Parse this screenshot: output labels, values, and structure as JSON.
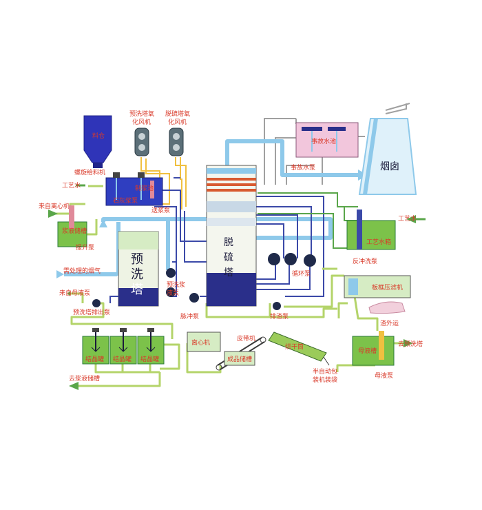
{
  "labels": {
    "silo_text": "料仓",
    "screw_feeder": "螺旋给料机",
    "process_water_left": "工艺水",
    "from_centrifuge": "来自离心机",
    "pulp_tank": "浆液储槽",
    "lift_pump": "提升泵",
    "slurry_tank_top": "制浆池",
    "limestone_pump": "石灰浆泵",
    "pulp_pump": "送浆泵",
    "prewash_blower_1": "预洗塔氧",
    "prewash_blower_2": "化风机",
    "desulf_blower_1": "脱硫塔氧",
    "desulf_blower_2": "化风机",
    "prewash_tower_1": "预",
    "prewash_tower_2": "洗",
    "prewash_tower_3": "塔",
    "desulf_tower_1": "脱",
    "desulf_tower_2": "硫",
    "desulf_tower_3": "塔",
    "raw_flue_gas": "需处理的烟气",
    "from_mother_pump": "来自母液泵",
    "prewash_drain_pump": "预洗塔排出泵",
    "prewash_circ_pump_1": "预洗浆",
    "prewash_circ_pump_2": "液泵",
    "pulse_pump": "脉冲泵",
    "circulation_pump": "循环泵",
    "drain_pump": "排渣泵",
    "accident_tank": "事故水池",
    "accident_pump": "事故水泵",
    "chimney": "烟囱",
    "process_water_right": "工艺水",
    "process_water_tank": "工艺水箱",
    "backflush_pump": "反冲洗泵",
    "belt_filter": "板框压滤机",
    "slag_out": "渣外运",
    "mother_tank": "母液槽",
    "to_prewash": "去预洗塔",
    "mother_pump": "母液泵",
    "crystal_tank_1": "结晶罐",
    "crystal_tank_2": "结晶罐",
    "crystal_tank_3": "结晶罐",
    "centrifuge": "离心机",
    "belt_conveyor": "皮带机",
    "product_tank": "成品储槽",
    "dryer": "烘干筒",
    "packer_1": "半自动包",
    "packer_2": "装机装袋",
    "to_pulp_tank": "去浆液储槽"
  },
  "colors": {
    "label": "#d93a2a",
    "water": "#8ec9ea",
    "gas_flow": "#8ec9ea",
    "liquor": "#3b49a8",
    "slurry": "#b4d46a",
    "air": "#f0c040",
    "green_line": "#5aa64a",
    "gray_line": "#9a9a9a",
    "tank_green": "#7cc24a",
    "tank_pink": "#f2c6dc",
    "tower_navy": "#2a2f8a"
  }
}
